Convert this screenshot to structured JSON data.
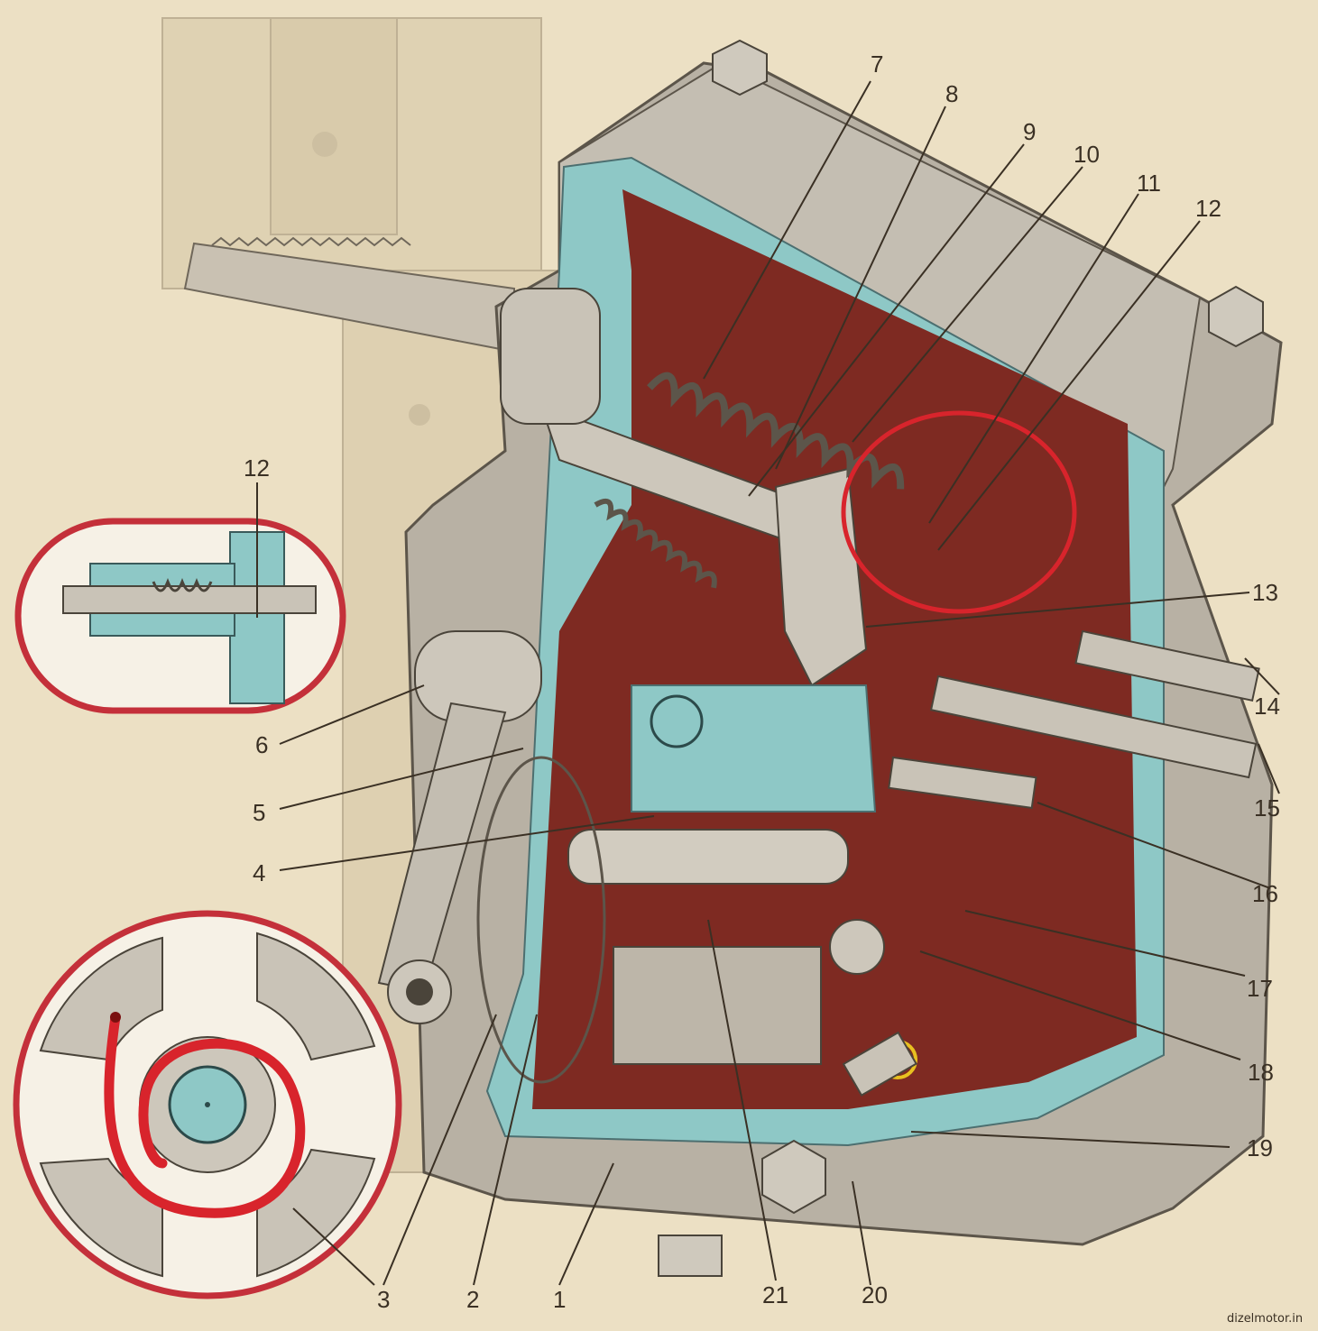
{
  "labels": {
    "n1": "1",
    "n2": "2",
    "n3": "3",
    "n4": "4",
    "n5": "5",
    "n6": "6",
    "n7": "7",
    "n8": "8",
    "n9": "9",
    "n10": "10",
    "n11": "11",
    "n12": "12",
    "n13": "13",
    "n14": "14",
    "n15": "15",
    "n16": "16",
    "n17": "17",
    "n18": "18",
    "n19": "19",
    "n20": "20",
    "n21": "21",
    "inset_12": "12"
  },
  "watermark": "dizelmotor.in",
  "colors": {
    "paper": "#ece0c4",
    "housing_cut": "#8ec8c6",
    "interior": "#7e2a22",
    "metal": "#b9b2a6",
    "highlight_red": "#d8242c"
  }
}
